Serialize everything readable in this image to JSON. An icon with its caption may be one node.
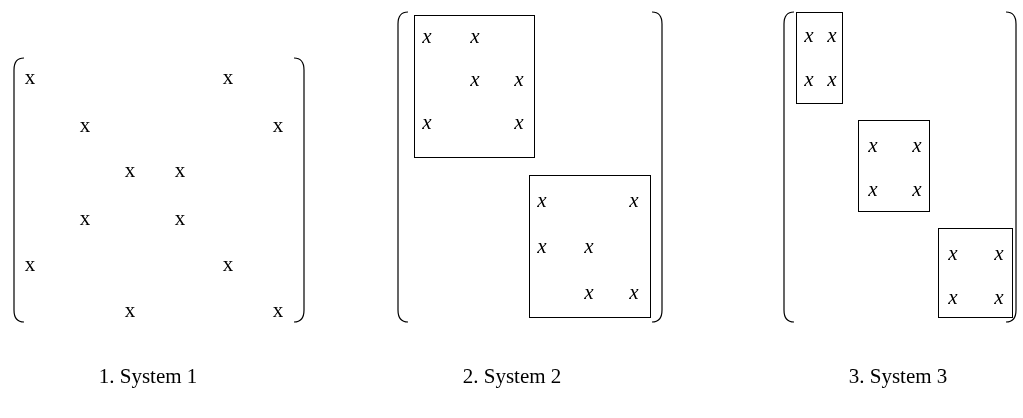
{
  "diagram": {
    "nodes": [
      {
        "text": [
          "x",
          "x",
          "x",
          "x",
          "x",
          "x"
        ]
      },
      {
        "text": [
          "x",
          "x",
          "x",
          "x",
          "x",
          "x"
        ]
      },
      {
        "text": [
          "x",
          "x",
          "x",
          "x"
        ]
      },
      {
        "text": [
          "x",
          "x",
          "x",
          "x"
        ]
      },
      {
        "text": [
          "x",
          "x",
          "x",
          "x"
        ]
      }
    ],
    "labels": [
      "x",
      "x",
      "x",
      "x",
      "x",
      "x",
      "x",
      "x",
      "x",
      "x",
      "x",
      "x",
      "1. System 1",
      "2. System 2",
      "3. System 3"
    ]
  }
}
